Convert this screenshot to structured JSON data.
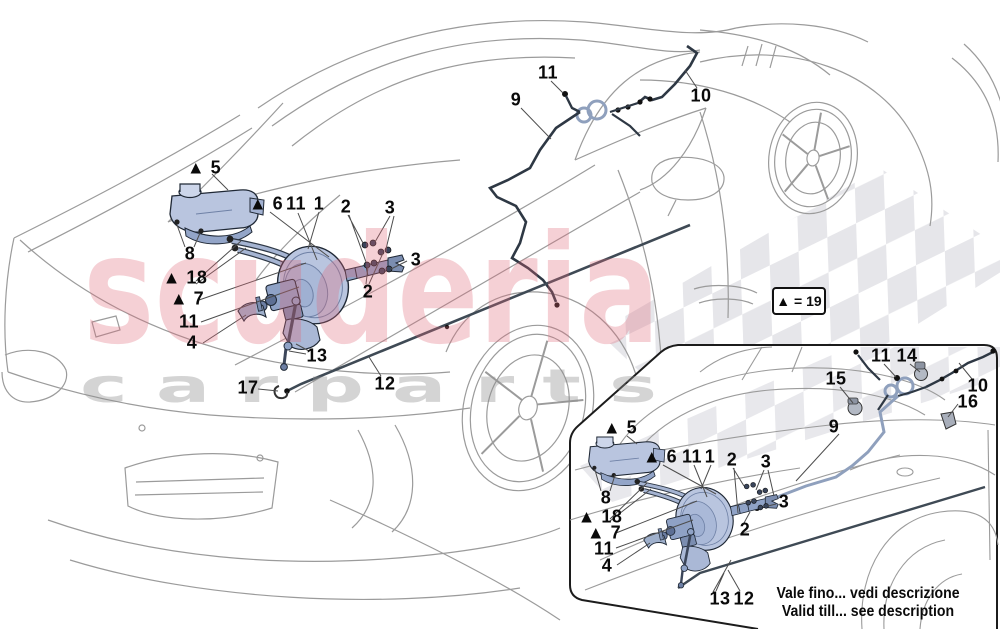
{
  "title": "Brake servo system parts diagram",
  "watermark": {
    "line1": "scuderia",
    "line2": "c a r   p a r t s",
    "pink": "#e06878",
    "gray": "#8f8f8f"
  },
  "legend": {
    "label": "▲ = 19"
  },
  "footnote": {
    "line1": "Vale fino... vedi descrizione",
    "line2": "Valid till... see description"
  },
  "colors": {
    "part_blue": "#b9c5df",
    "part_blue_dark": "#8fa2c6",
    "pipe_dark": "#2e3844",
    "pipe_light": "#9cabc9",
    "checker_gray": "#d6d6dc",
    "car_line_gray": "#9b9b9b"
  },
  "main_view": {
    "callouts": [
      "▲ 5",
      "8",
      "▲ 6",
      "11",
      "1",
      "2",
      "3",
      "3",
      "2",
      "▲ 18",
      "▲ 7",
      "11",
      "4",
      "13",
      "17",
      "12",
      "11",
      "9",
      "10"
    ]
  },
  "inset_view": {
    "callouts": [
      "▲ 5",
      "8",
      "▲ 6",
      "11",
      "1",
      "2",
      "3",
      "3",
      "2",
      "▲ 18",
      "▲ 7",
      "11",
      "4",
      "13",
      "12",
      "9",
      "11",
      "14",
      "15",
      "10",
      "16"
    ]
  }
}
